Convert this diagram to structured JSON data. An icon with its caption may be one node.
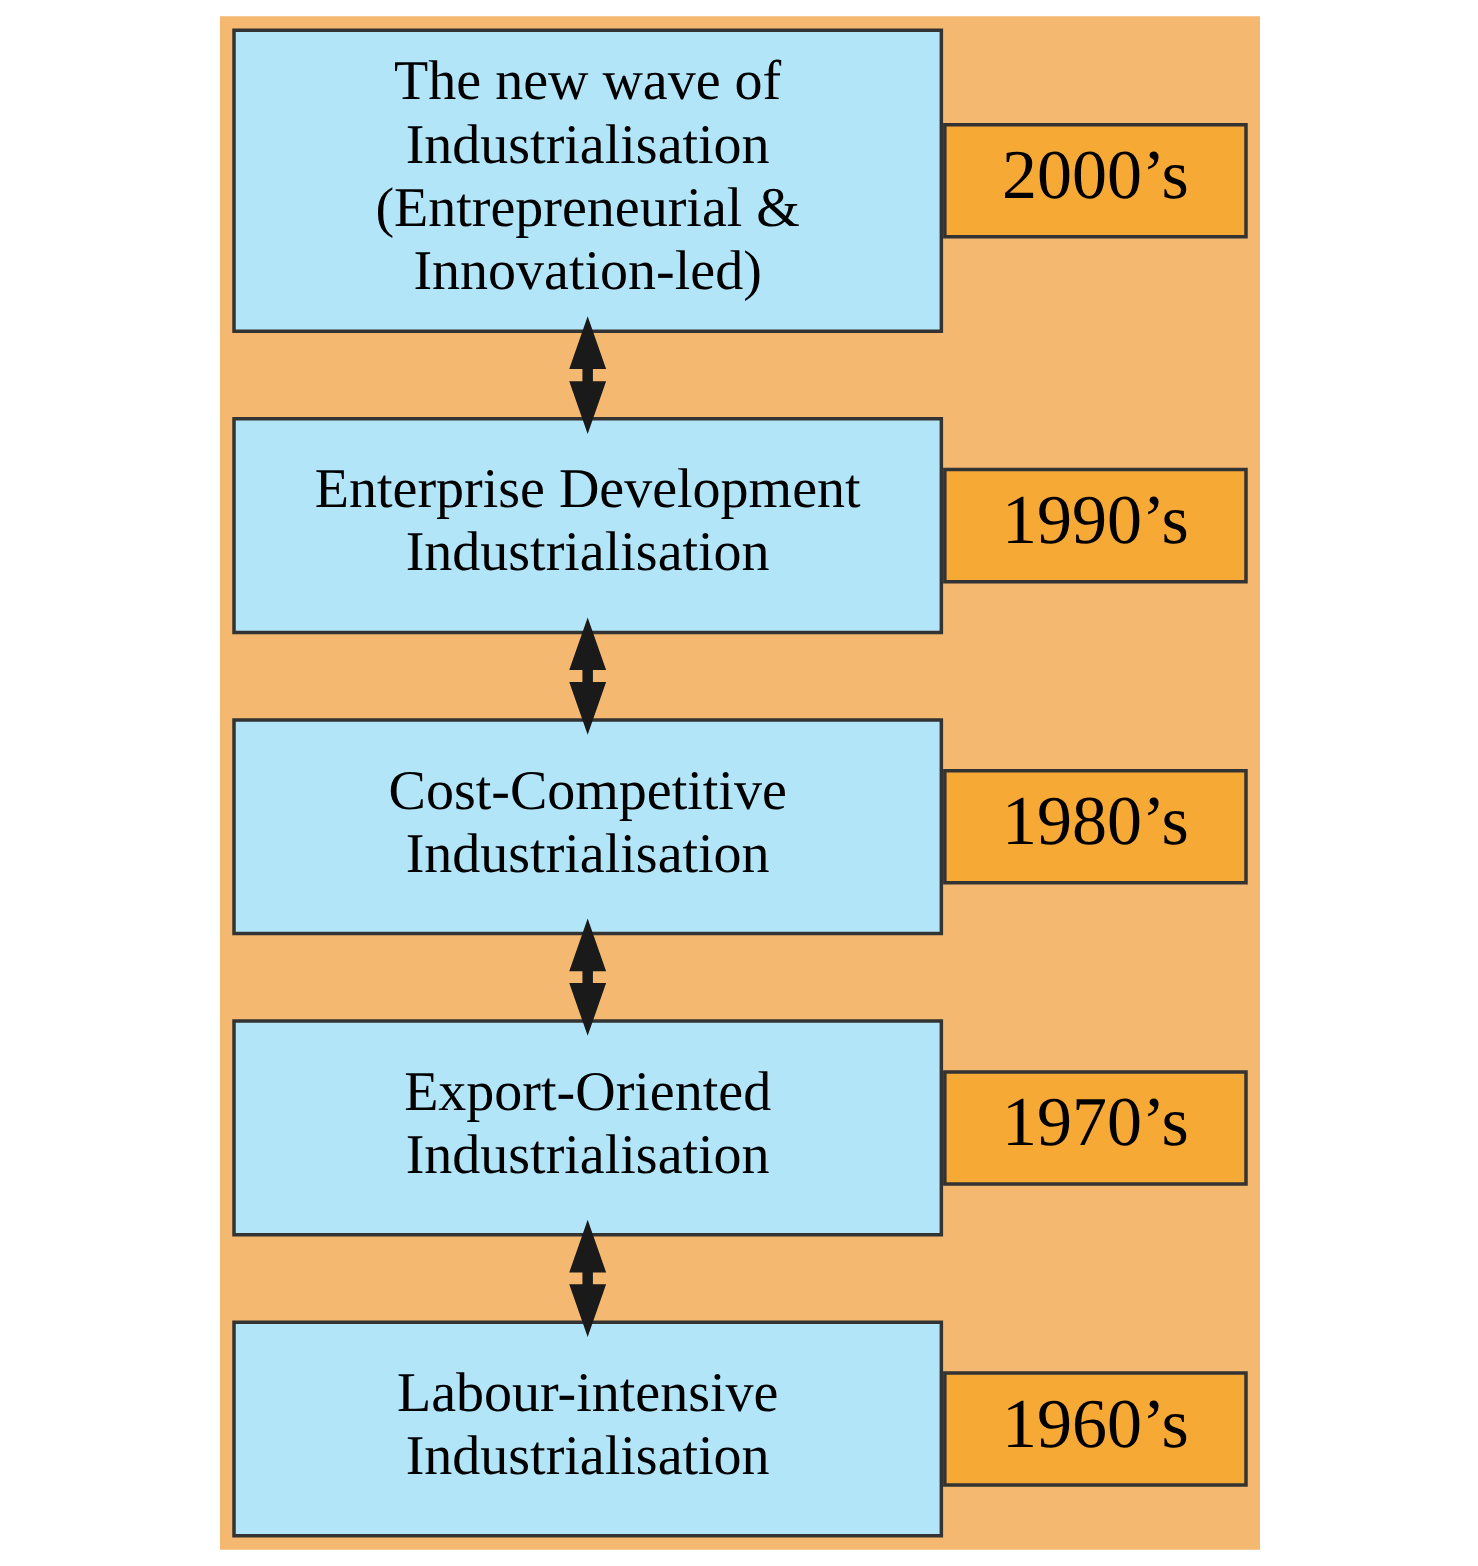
{
  "diagram": {
    "nodes": [
      {
        "text": [
          "The new wave of Industrialisation (Entrepreneurial & Innovation-led)"
        ]
      },
      {
        "text": [
          "2000’s"
        ]
      },
      {
        "text": [
          "Enterprise Development Industrialisation"
        ]
      },
      {
        "text": [
          "1990’s"
        ]
      },
      {
        "text": [
          "Cost-Competitive Industrialisation"
        ]
      },
      {
        "text": [
          "1980’s"
        ]
      },
      {
        "text": [
          "Export-Oriented Industrialisation"
        ]
      },
      {
        "text": [
          "1970’s"
        ]
      },
      {
        "text": [
          "Labour-intensive Industrialisation"
        ]
      },
      {
        "text": [
          "1960’s"
        ]
      }
    ],
    "edges": [
      {
        "from": 8,
        "to": 6,
        "arrow": "both"
      },
      {
        "from": 6,
        "to": 4,
        "arrow": "both"
      },
      {
        "from": 4,
        "to": 2,
        "arrow": "both"
      },
      {
        "from": 2,
        "to": 0,
        "arrow": "both"
      }
    ]
  }
}
